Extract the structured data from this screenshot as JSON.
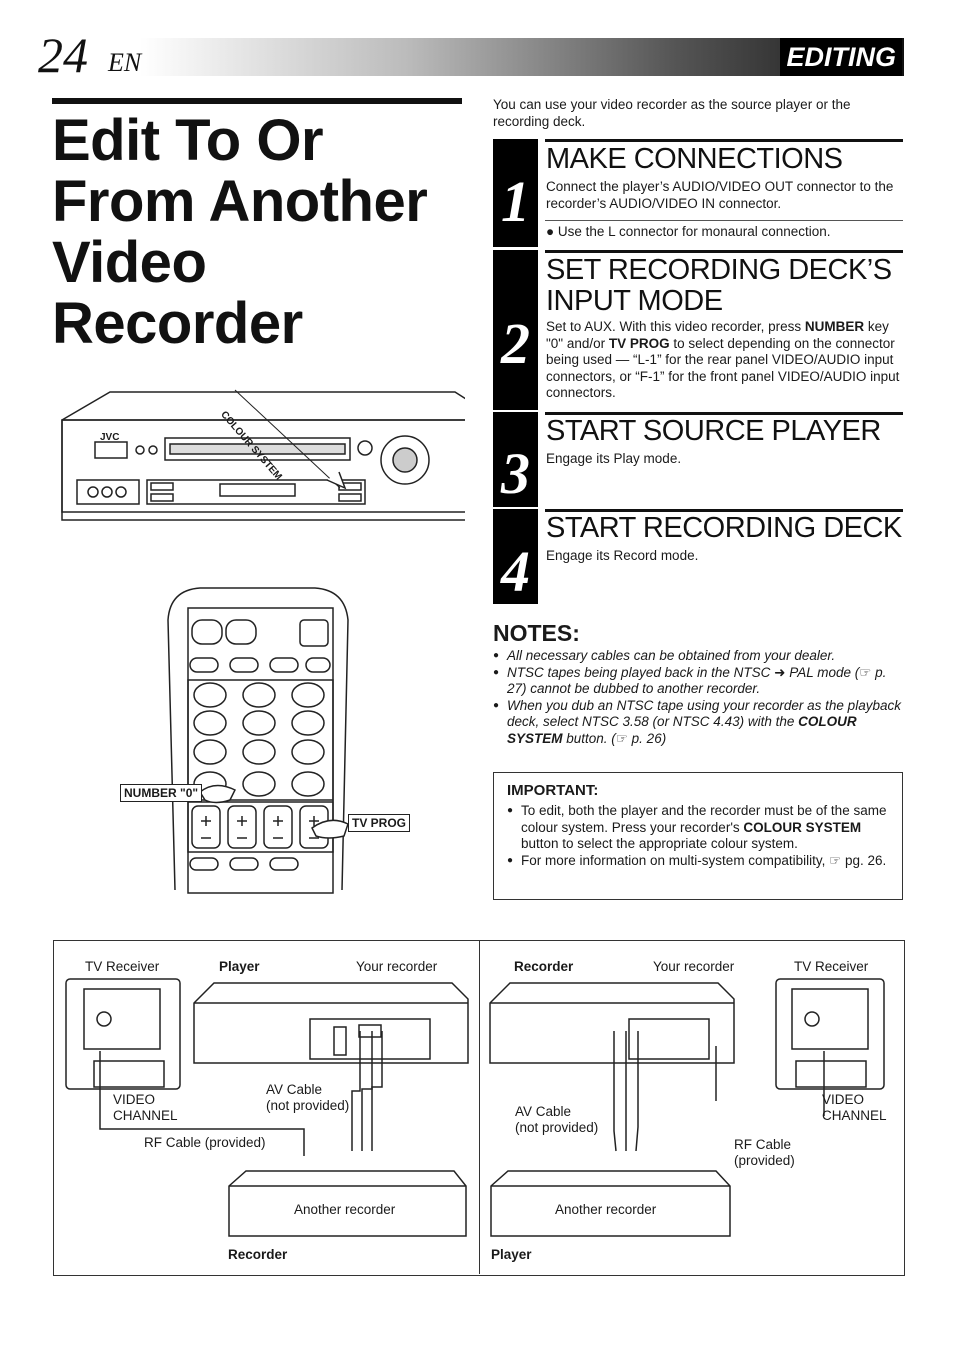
{
  "header": {
    "page_number": "24",
    "lang": "EN",
    "section": "EDITING"
  },
  "title_lines": [
    "Edit To Or",
    "From Another",
    "Video",
    "Recorder"
  ],
  "intro": "You can use your video recorder as the source player or the recording deck.",
  "figure_labels": {
    "colour_system": "COLOUR SYSTEM",
    "number_0": "NUMBER \"0\"",
    "tv_prog": "TV PROG",
    "brand": "JVC"
  },
  "steps": [
    {
      "num": "1",
      "heading": "MAKE CONNECTIONS",
      "text": "Connect the player’s AUDIO/VIDEO OUT connector to the recorder’s AUDIO/VIDEO IN connector.",
      "bullet": "Use the L connector for monaural connection."
    },
    {
      "num": "2",
      "heading_l1": "SET RECORDING DECK’S",
      "heading_l2": "INPUT MODE",
      "t1": "Set to AUX. With this video recorder, press ",
      "b1": "NUMBER",
      "t2": " key \"0\" and/or ",
      "b2": "TV PROG",
      "t3": " to select depending on the connector being used — “L-1” for the rear panel VIDEO/AUDIO input connectors, or “F-1” for the front panel VIDEO/AUDIO input connectors."
    },
    {
      "num": "3",
      "heading": "START SOURCE PLAYER",
      "text": "Engage its Play mode."
    },
    {
      "num": "4",
      "heading": "START RECORDING DECK",
      "text": "Engage its Record mode."
    }
  ],
  "notes": {
    "heading": "NOTES:",
    "n1": "All necessary cables can be obtained from your dealer.",
    "n2a": "NTSC tapes being played back in the NTSC ",
    "n2b": " PAL mode (",
    "n2c": " p. 27) cannot be dubbed to another recorder.",
    "n3a": "When you dub an NTSC tape using your recorder as the playback deck, select NTSC 3.58 (or NTSC 4.43) with the ",
    "n3b": "COLOUR SYSTEM",
    "n3c": " button. (",
    "n3d": " p. 26)"
  },
  "important": {
    "heading": "IMPORTANT:",
    "i1a": "To edit, both the player and the recorder must be of the same colour system. Press your recorder's ",
    "i1b": "COLOUR SYSTEM",
    "i1c": " button to select the appropriate colour system.",
    "i2a": "For more information on multi-system compatibility, ",
    "i2b": " pg. 26."
  },
  "diagram": {
    "left": {
      "tv": "TV Receiver",
      "player": "Player",
      "your": "Your recorder",
      "video": "VIDEO",
      "channel": "CHANNEL",
      "av1": "AV Cable",
      "av2": "(not provided)",
      "rf": "RF Cable (provided)",
      "another": "Another recorder",
      "role": "Recorder"
    },
    "right": {
      "recorder": "Recorder",
      "your": "Your recorder",
      "tv": "TV Receiver",
      "video": "VIDEO",
      "channel": "CHANNEL",
      "av1": "AV Cable",
      "av2": "(not provided)",
      "rf1": "RF Cable",
      "rf2": "(provided)",
      "another": "Another recorder",
      "role": "Player"
    }
  }
}
